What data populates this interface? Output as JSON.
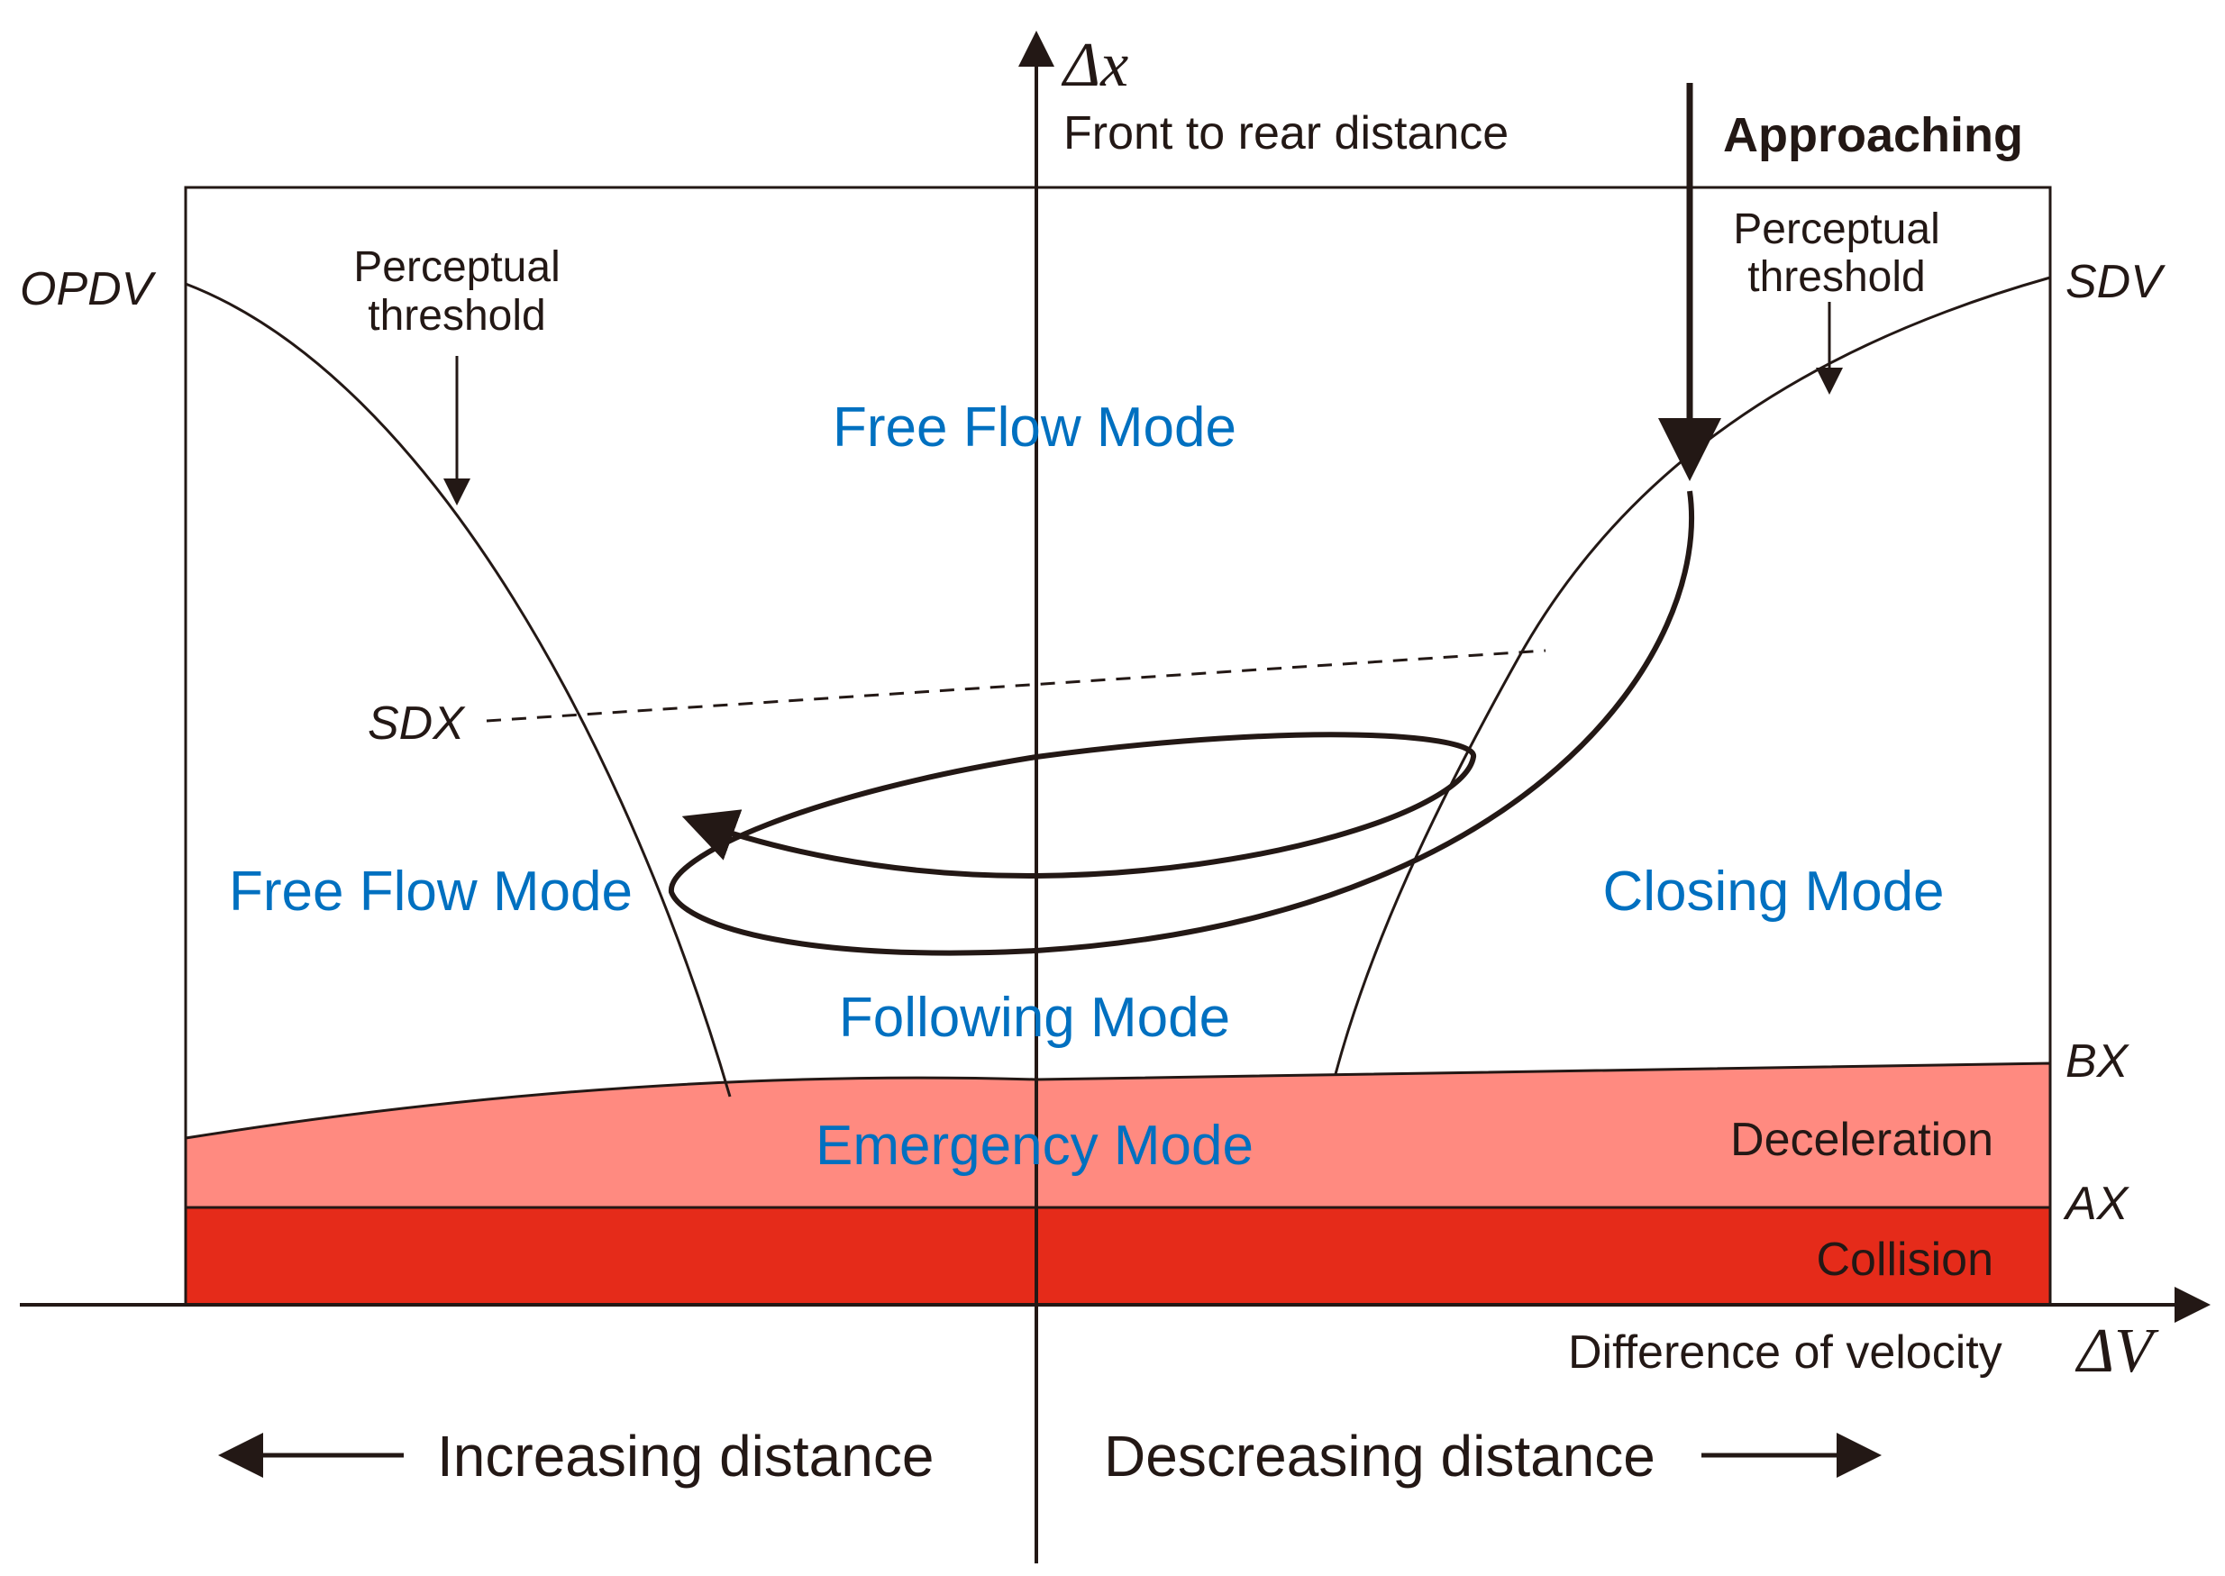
{
  "axes": {
    "y_symbol": "Δx",
    "y_label": "Front to rear distance",
    "x_label": "Difference of velocity",
    "x_symbol": "ΔV"
  },
  "curves": {
    "opdv": "OPDV",
    "sdv": "SDV",
    "sdx": "SDX",
    "bx": "BX",
    "ax": "AX"
  },
  "annotations": {
    "perceptual_threshold_left_1": "Perceptual",
    "perceptual_threshold_left_2": "threshold",
    "perceptual_threshold_right_1": "Perceptual",
    "perceptual_threshold_right_2": "threshold",
    "approaching": "Approaching"
  },
  "modes": {
    "free_flow_top": "Free Flow Mode",
    "free_flow_left": "Free Flow Mode",
    "closing": "Closing Mode",
    "following": "Following Mode",
    "emergency": "Emergency Mode"
  },
  "zones": {
    "deceleration": "Deceleration",
    "collision": "Collision"
  },
  "bottom": {
    "increasing": "Increasing distance",
    "decreasing": "Descreasing distance"
  },
  "colors": {
    "mode_text": "#0070c0",
    "deceleration_fill": "#ff8a80",
    "collision_fill": "#e52b1a",
    "line": "#231815"
  }
}
